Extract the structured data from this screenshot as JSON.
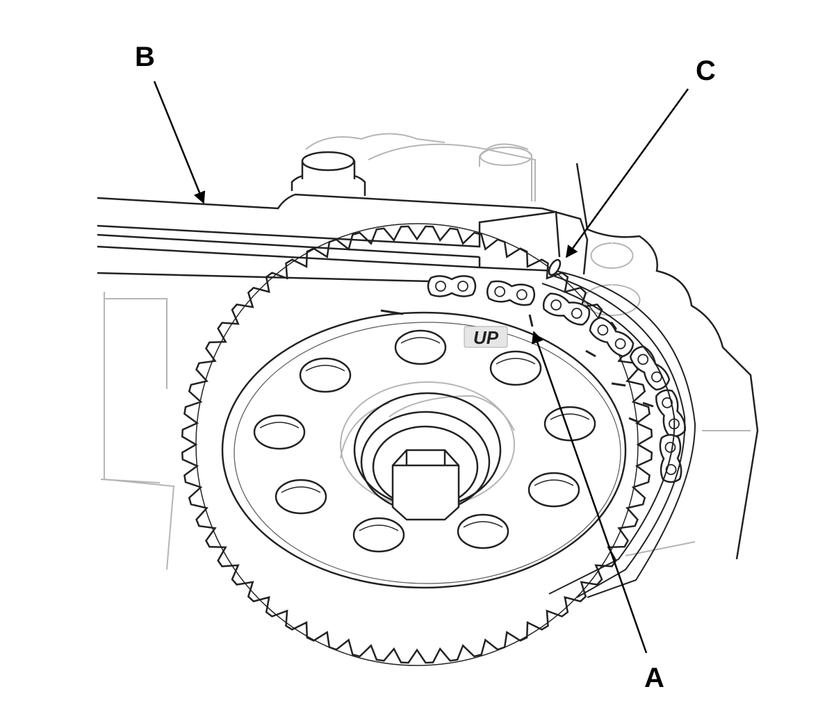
{
  "callouts": {
    "a": "A",
    "b": "B",
    "c": "C"
  },
  "sprocket_stamp": "UP",
  "colors": {
    "line": "#222222",
    "faint_line": "#b5b5b5",
    "background": "#ffffff"
  }
}
